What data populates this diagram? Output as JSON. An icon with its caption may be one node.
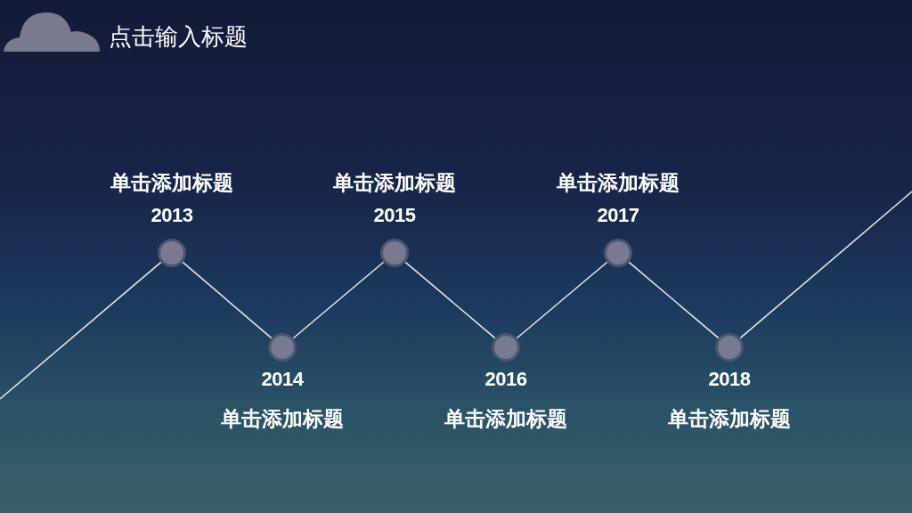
{
  "diagram": {
    "title": "点击输入标题",
    "nodes": [
      {
        "text": [],
        "shape": "circle",
        "beside": [
          "单击添加标题",
          "2013"
        ]
      },
      {
        "text": [],
        "shape": "circle",
        "beside": [
          "2014",
          "单击添加标题"
        ]
      },
      {
        "text": [],
        "shape": "circle",
        "beside": [
          "单击添加标题",
          "2015"
        ]
      },
      {
        "text": [],
        "shape": "circle",
        "beside": [
          "2016",
          "单击添加标题"
        ]
      },
      {
        "text": [],
        "shape": "circle",
        "beside": [
          "单击添加标题",
          "2017"
        ]
      },
      {
        "text": [],
        "shape": "circle",
        "beside": [
          "2018",
          "单击添加标题"
        ]
      }
    ],
    "edges": [
      {
        "from": null,
        "to": 0,
        "arrow": "none"
      },
      {
        "from": 0,
        "to": 1,
        "arrow": "none"
      },
      {
        "from": 1,
        "to": 2,
        "arrow": "none"
      },
      {
        "from": 2,
        "to": 3,
        "arrow": "none"
      },
      {
        "from": 3,
        "to": 4,
        "arrow": "none"
      },
      {
        "from": 4,
        "to": 5,
        "arrow": "none"
      },
      {
        "from": 5,
        "to": null,
        "arrow": "none"
      }
    ]
  }
}
